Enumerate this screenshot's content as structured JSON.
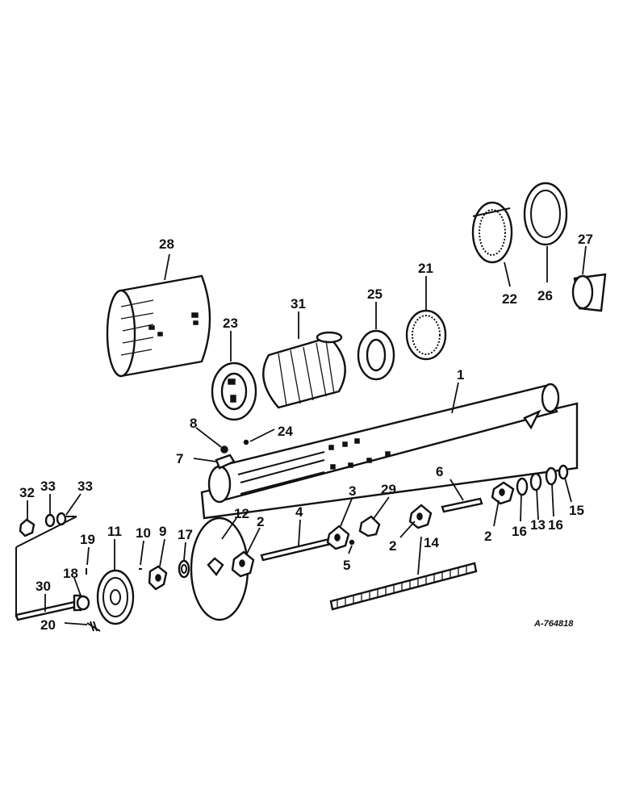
{
  "diagram": {
    "reference_code": "A-764818",
    "callouts": [
      {
        "id": "c1",
        "text": "1"
      },
      {
        "id": "c2a",
        "text": "2"
      },
      {
        "id": "c2b",
        "text": "2"
      },
      {
        "id": "c2c",
        "text": "2"
      },
      {
        "id": "c3",
        "text": "3"
      },
      {
        "id": "c4",
        "text": "4"
      },
      {
        "id": "c5",
        "text": "5"
      },
      {
        "id": "c6",
        "text": "6"
      },
      {
        "id": "c7",
        "text": "7"
      },
      {
        "id": "c8",
        "text": "8"
      },
      {
        "id": "c9",
        "text": "9"
      },
      {
        "id": "c10",
        "text": "10"
      },
      {
        "id": "c11",
        "text": "11"
      },
      {
        "id": "c12",
        "text": "12"
      },
      {
        "id": "c13",
        "text": "13"
      },
      {
        "id": "c14",
        "text": "14"
      },
      {
        "id": "c15",
        "text": "15"
      },
      {
        "id": "c16a",
        "text": "16"
      },
      {
        "id": "c16b",
        "text": "16"
      },
      {
        "id": "c17",
        "text": "17"
      },
      {
        "id": "c18",
        "text": "18"
      },
      {
        "id": "c19",
        "text": "19"
      },
      {
        "id": "c20",
        "text": "20"
      },
      {
        "id": "c21",
        "text": "21"
      },
      {
        "id": "c22",
        "text": "22"
      },
      {
        "id": "c23",
        "text": "23"
      },
      {
        "id": "c24",
        "text": "24"
      },
      {
        "id": "c25",
        "text": "25"
      },
      {
        "id": "c26",
        "text": "26"
      },
      {
        "id": "c27",
        "text": "27"
      },
      {
        "id": "c28",
        "text": "28"
      },
      {
        "id": "c29",
        "text": "29"
      },
      {
        "id": "c30",
        "text": "30"
      },
      {
        "id": "c31",
        "text": "31"
      },
      {
        "id": "c32",
        "text": "32"
      },
      {
        "id": "c33a",
        "text": "33"
      },
      {
        "id": "c33b",
        "text": "33"
      }
    ]
  }
}
